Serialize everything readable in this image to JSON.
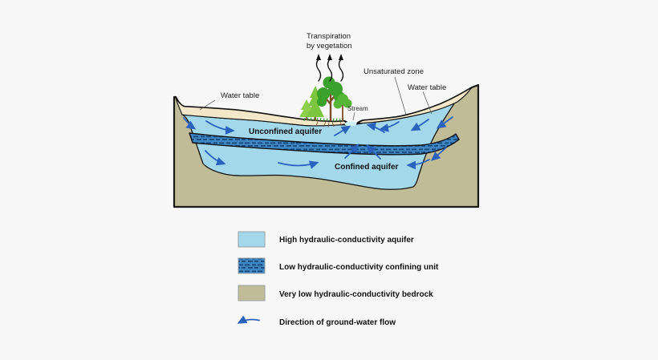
{
  "colors": {
    "background": "#f7f7f7",
    "aquifer": "#a3d7ea",
    "confining_fill": "#3f86c2",
    "confining_dash": "#16497c",
    "bedrock": "#bfbc97",
    "unsaturated": "#f2e7c9",
    "stream_water": "#cfeef2",
    "flow_arrow": "#2b62bd",
    "outline": "#1a1a1a"
  },
  "diagram": {
    "labels": {
      "transpiration_line1": "Transpiration",
      "transpiration_line2": "by vegetation",
      "unsaturated_zone": "Unsaturated zone",
      "water_table_right": "Water table",
      "water_table_left": "Water table",
      "unconfined_aquifer": "Unconfined aquifer",
      "stream": "Stream",
      "confined_aquifer": "Confined aquifer"
    }
  },
  "legend": {
    "items": [
      {
        "key": "aquifer",
        "label": "High hydraulic-conductivity aquifer"
      },
      {
        "key": "confining-unit",
        "label": "Low hydraulic-conductivity confining unit"
      },
      {
        "key": "bedrock",
        "label": "Very low hydraulic-conductivity bedrock"
      },
      {
        "key": "flow-direction",
        "label": "Direction of ground-water flow"
      }
    ]
  }
}
